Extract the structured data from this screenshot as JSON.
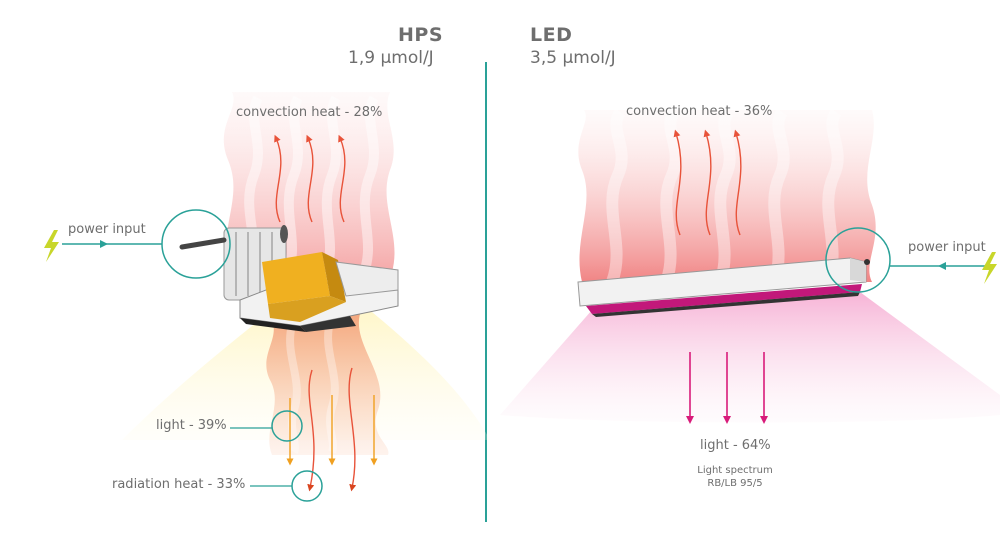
{
  "hps": {
    "title": "HPS",
    "efficiency": "1,9 µmol/J",
    "convection_label": "convection heat - 28%",
    "power_label": "power input",
    "light_label": "light - 39%",
    "radiation_label": "radiation heat - 33%"
  },
  "led": {
    "title": "LED",
    "efficiency": "3,5 µmol/J",
    "convection_label": "convection heat - 36%",
    "power_label": "power input",
    "light_label": "light - 64%",
    "spectrum_line1": "Light spectrum",
    "spectrum_line2": "RB/LB 95/5"
  },
  "colors": {
    "teal": "#2aa198",
    "heat": "#e8533a",
    "light_hps": "#f0a020",
    "light_led": "#d81b7a",
    "lightning": "#c8d62a"
  }
}
